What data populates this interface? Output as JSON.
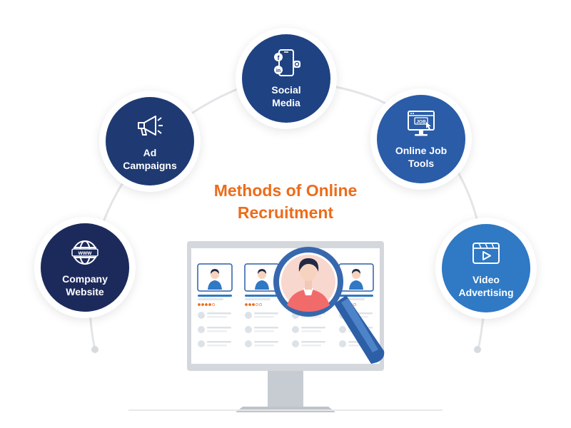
{
  "title": "Methods of Online\nRecruitment",
  "colors": {
    "dark_navy": "#1c2a5b",
    "mid_navy": "#1f3f7f",
    "royal_blue": "#2a5ca8",
    "bright_blue": "#2f79c5",
    "accent_orange": "#ec6c1a",
    "monitor_gray": "#d4d8dd"
  },
  "nodes": [
    {
      "key": "company",
      "label": "Company\nWebsite",
      "icon": "globe-www-icon",
      "badge": "www",
      "color": "#1c2a5b"
    },
    {
      "key": "ads",
      "label": "Ad\nCampaigns",
      "icon": "megaphone-icon",
      "color": "#1f3a72"
    },
    {
      "key": "social",
      "label": "Social\nMedia",
      "icon": "smartphone-social-icon",
      "badges": [
        "f",
        "in"
      ],
      "color": "#1f4282"
    },
    {
      "key": "jobs",
      "label": "Online Job\nTools",
      "icon": "computer-job-icon",
      "badge": "JOB",
      "color": "#2a5ca8"
    },
    {
      "key": "video",
      "label": "Video\nAdvertising",
      "icon": "video-play-icon",
      "color": "#2f79c5"
    }
  ],
  "monitor": {
    "cards": [
      {
        "name": "candidate-card-1",
        "rating": 4
      },
      {
        "name": "candidate-card-2",
        "rating": 3
      },
      {
        "name": "candidate-card-3",
        "rating": 3
      },
      {
        "name": "candidate-card-4",
        "rating": 2
      }
    ]
  }
}
